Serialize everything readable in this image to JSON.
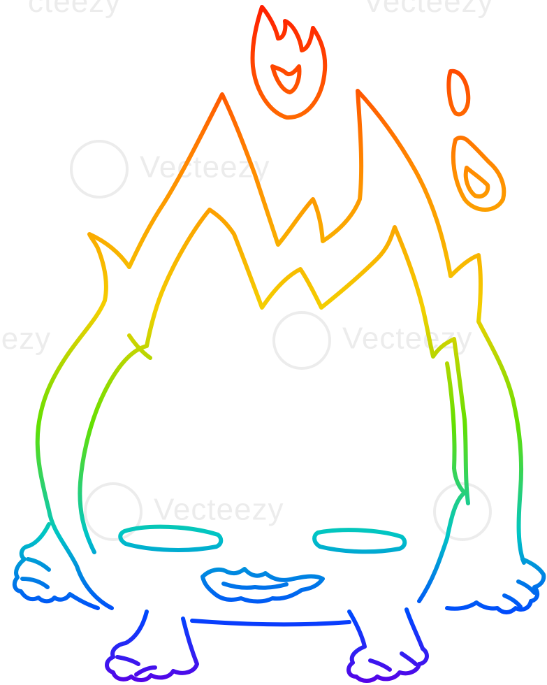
{
  "watermark": {
    "text": "Vecteezy",
    "text_partial_left": "cteezy",
    "text_partial_right": "Vecteezy"
  },
  "colors": {
    "gradient_top": "#ff1a00",
    "gradient_orange": "#ff8c00",
    "gradient_yellow": "#f4cf00",
    "gradient_green": "#63e000",
    "gradient_cyan": "#00c5c5",
    "gradient_blue": "#0044ff",
    "gradient_bottom": "#5a00e6",
    "background": "#ffffff"
  }
}
